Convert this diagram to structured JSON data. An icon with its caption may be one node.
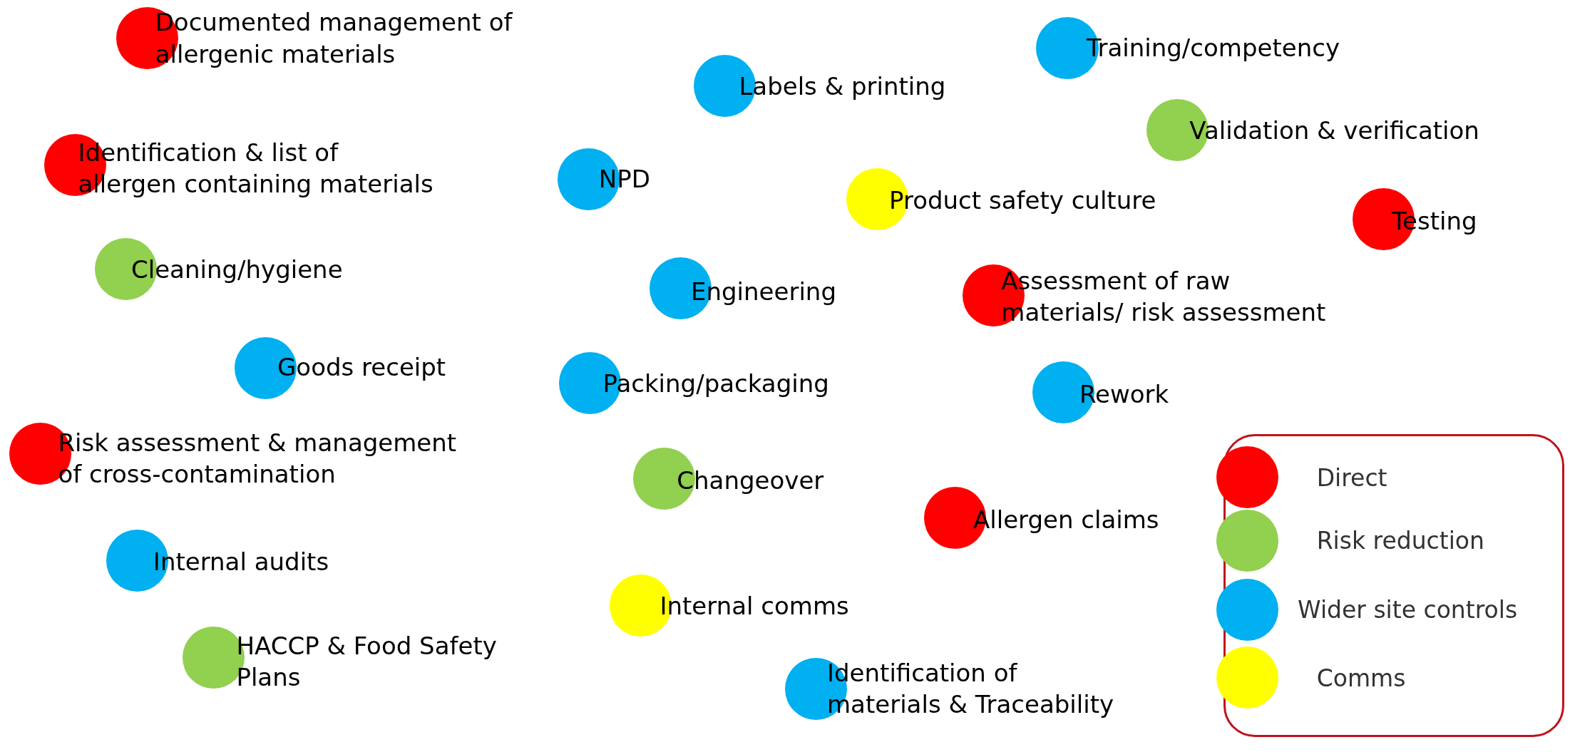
{
  "diagram": {
    "nodes": [
      {
        "text": [
          "Documented management of allergenic materials"
        ]
      },
      {
        "text": [
          "Training/competency"
        ]
      },
      {
        "text": [
          "Labels & printing"
        ]
      },
      {
        "text": [
          "Validation & verification"
        ]
      },
      {
        "text": [
          "Identification & list of allergen containing materials"
        ]
      },
      {
        "text": [
          "NPD"
        ]
      },
      {
        "text": [
          "Product safety culture"
        ]
      },
      {
        "text": [
          "Testing"
        ]
      },
      {
        "text": [
          "Cleaning/hygiene"
        ]
      },
      {
        "text": [
          "Engineering"
        ]
      },
      {
        "text": [
          "Assessment of raw materials/ risk assessment"
        ]
      },
      {
        "text": [
          "Goods receipt"
        ]
      },
      {
        "text": [
          "Packing/packaging"
        ]
      },
      {
        "text": [
          "Rework"
        ]
      },
      {
        "text": [
          "Risk assessment & management of cross-contamination"
        ]
      },
      {
        "text": [
          "Changeover"
        ]
      },
      {
        "text": [
          "Allergen claims"
        ]
      },
      {
        "text": [
          "Internal audits"
        ]
      },
      {
        "text": [
          "Internal comms"
        ]
      },
      {
        "text": [
          "HACCP & Food Safety Plans"
        ]
      },
      {
        "text": [
          "Identification of materials & Traceability"
        ]
      }
    ],
    "legend": [
      {
        "text": "Direct",
        "color": "#ff0000"
      },
      {
        "text": "Risk reduction",
        "color": "#92d050"
      },
      {
        "text": "Wider site controls",
        "color": "#00b0f0"
      },
      {
        "text": "Comms",
        "color": "#ffff00"
      }
    ]
  }
}
